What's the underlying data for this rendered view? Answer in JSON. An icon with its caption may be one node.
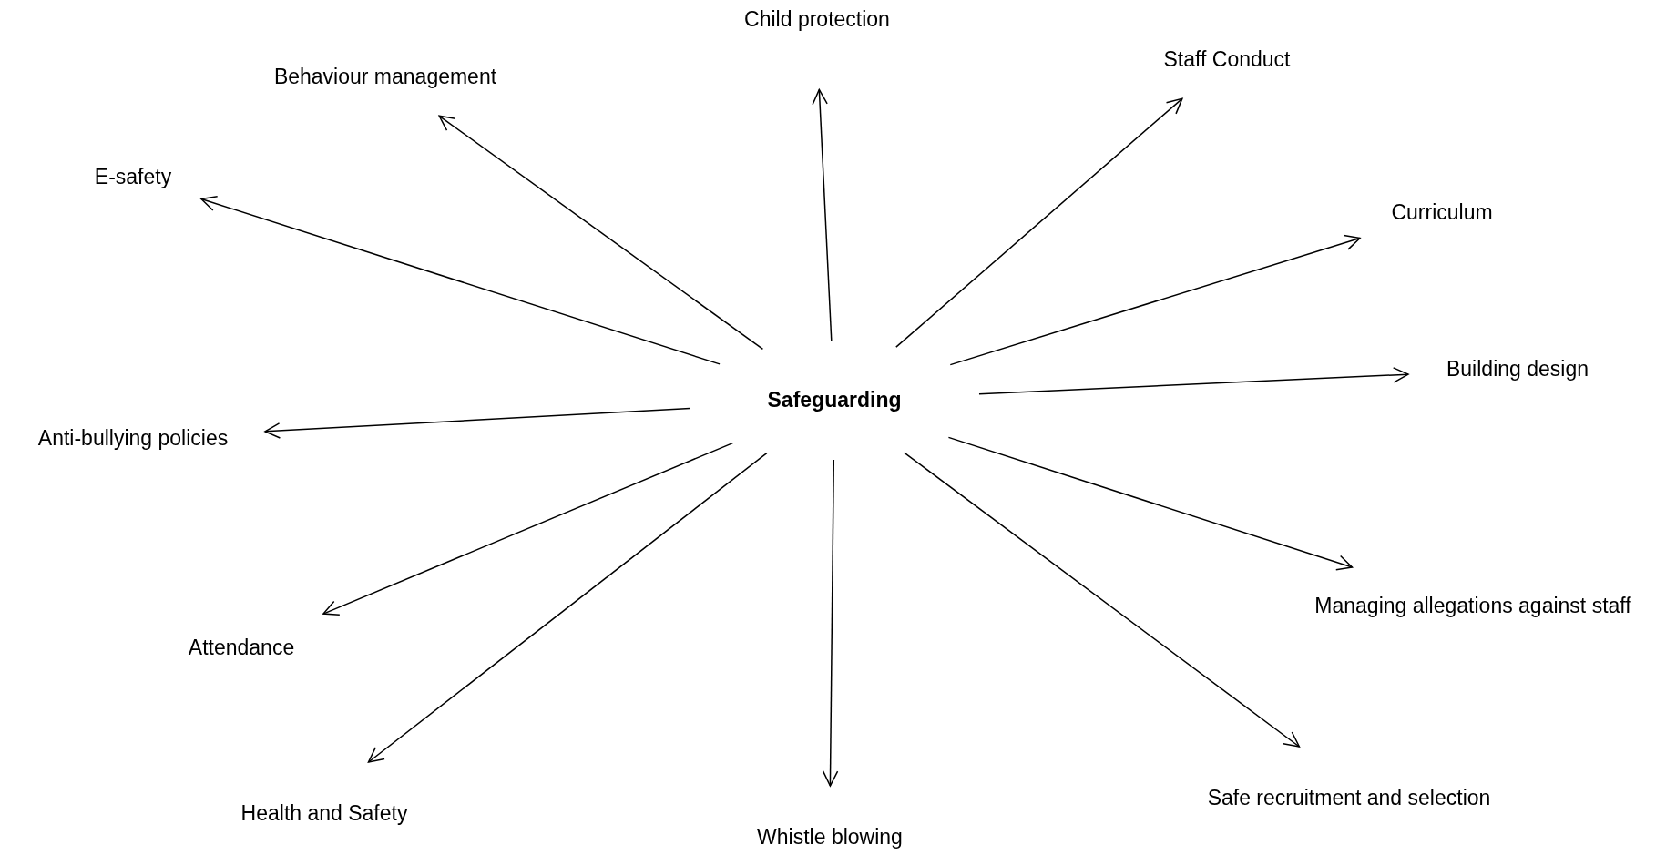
{
  "diagram": {
    "nodes": [
      {
        "text": [
          "Safeguarding"
        ]
      },
      {
        "text": [
          "Child protection"
        ]
      },
      {
        "text": [
          "Staff Conduct"
        ]
      },
      {
        "text": [
          "Behaviour management"
        ]
      },
      {
        "text": [
          "E-safety"
        ]
      },
      {
        "text": [
          "Curriculum"
        ]
      },
      {
        "text": [
          "Building design"
        ]
      },
      {
        "text": [
          "Anti-bullying policies"
        ]
      },
      {
        "text": [
          "Managing allegations against staff"
        ]
      },
      {
        "text": [
          "Attendance"
        ]
      },
      {
        "text": [
          "Safe recruitment and selection"
        ]
      },
      {
        "text": [
          "Health and Safety"
        ]
      },
      {
        "text": [
          "Whistle blowing"
        ]
      }
    ],
    "edges": [
      {
        "from": 0,
        "to": 1,
        "arrow": "to"
      },
      {
        "from": 0,
        "to": 2,
        "arrow": "to"
      },
      {
        "from": 0,
        "to": 3,
        "arrow": "to"
      },
      {
        "from": 0,
        "to": 4,
        "arrow": "to"
      },
      {
        "from": 0,
        "to": 5,
        "arrow": "to"
      },
      {
        "from": 0,
        "to": 6,
        "arrow": "to"
      },
      {
        "from": 0,
        "to": 7,
        "arrow": "to"
      },
      {
        "from": 0,
        "to": 8,
        "arrow": "to"
      },
      {
        "from": 0,
        "to": 9,
        "arrow": "to"
      },
      {
        "from": 0,
        "to": 10,
        "arrow": "to"
      },
      {
        "from": 0,
        "to": 11,
        "arrow": "to"
      },
      {
        "from": 0,
        "to": 12,
        "arrow": "to"
      }
    ]
  }
}
